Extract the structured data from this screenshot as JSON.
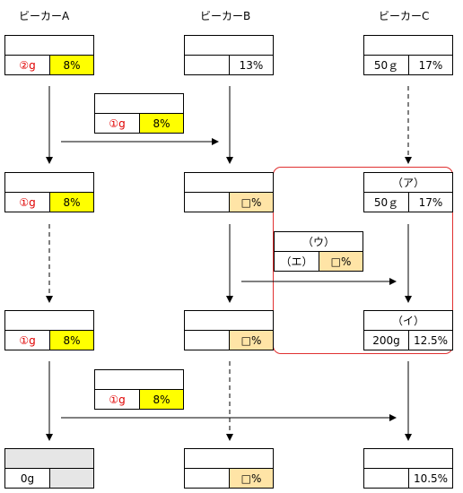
{
  "beakers": {
    "a": {
      "title": "ビーカーA",
      "row1": {
        "top": "",
        "amount": "②g",
        "percent": "8%"
      },
      "row2": {
        "top": "",
        "amount": "①g",
        "percent": "8%"
      },
      "row3": {
        "top": "",
        "amount": "①g",
        "percent": "8%"
      },
      "row4": {
        "top": "",
        "amount": "0g",
        "percent": ""
      }
    },
    "b": {
      "title": "ビーカーB",
      "row1": {
        "top": "",
        "amount": "",
        "percent": "13%"
      },
      "row2": {
        "top": "",
        "amount": "",
        "percent": "□%"
      },
      "row3": {
        "top": "",
        "amount": "",
        "percent": "□%"
      },
      "row4": {
        "top": "",
        "amount": "",
        "percent": "□%"
      }
    },
    "c": {
      "title": "ビーカーC",
      "row1": {
        "top": "",
        "amount": "50ｇ",
        "percent": "17%"
      },
      "row2": {
        "top": "（ア）",
        "amount": "50ｇ",
        "percent": "17%"
      },
      "row3": {
        "top": "（イ）",
        "amount": "200g",
        "percent": "12.5%"
      },
      "row4": {
        "top": "",
        "amount": "",
        "percent": "10.5%"
      }
    }
  },
  "transfers": {
    "first": {
      "top": "",
      "amount": "①g",
      "percent": "8%"
    },
    "second": {
      "top": "（ウ）",
      "amount": "（エ）",
      "percent": "□%"
    },
    "third": {
      "top": "",
      "amount": "①g",
      "percent": "8%"
    }
  },
  "colors": {
    "red_text": "#e00000",
    "yellow_fill": "#ffff00",
    "peach_fill": "#ffe4a6",
    "gray_fill": "#e6e6e6",
    "highlight_border": "#e03030"
  }
}
